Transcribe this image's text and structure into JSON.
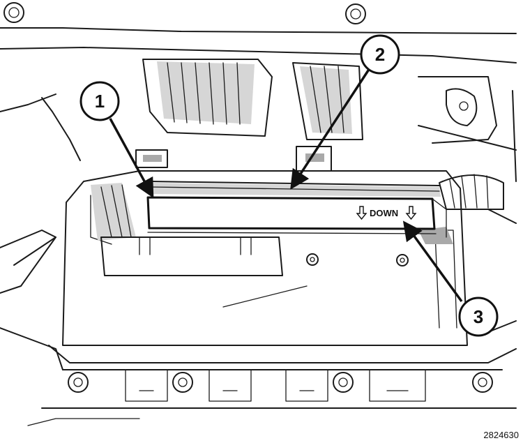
{
  "figure": {
    "number": "2824630",
    "filter_label": "DOWN",
    "callouts": [
      {
        "id": "1",
        "label": "1"
      },
      {
        "id": "2",
        "label": "2"
      },
      {
        "id": "3",
        "label": "3"
      }
    ]
  },
  "colors": {
    "line": "#1a1a1a",
    "shade": "#d6d6d6",
    "background": "#ffffff"
  },
  "icons": {
    "label_arrows": "down-arrow-icon"
  }
}
